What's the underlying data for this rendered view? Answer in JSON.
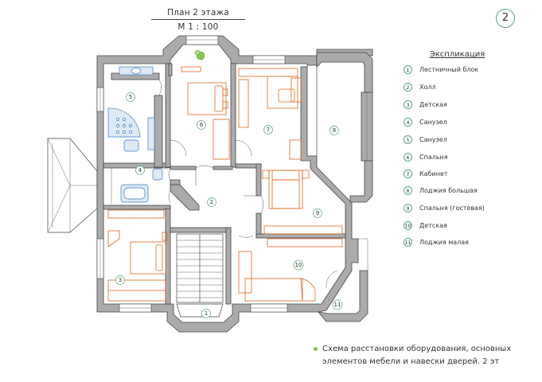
{
  "title": {
    "line1": "План  2 этажа",
    "line2": "М  1 : 100"
  },
  "page_number": "2",
  "legend": {
    "title": "Экспликация",
    "items": [
      {
        "num": "1",
        "label": "Лестничный блок"
      },
      {
        "num": "2",
        "label": "Холл"
      },
      {
        "num": "3",
        "label": "Детская"
      },
      {
        "num": "4",
        "label": "Санузел"
      },
      {
        "num": "5",
        "label": "Санузел"
      },
      {
        "num": "6",
        "label": "Спальня"
      },
      {
        "num": "7",
        "label": "Кабинет"
      },
      {
        "num": "8",
        "label": "Лоджия большая"
      },
      {
        "num": "9",
        "label": "Спальня (гостевая)"
      },
      {
        "num": "10",
        "label": "Детская"
      },
      {
        "num": "11",
        "label": "Лоджия малая"
      }
    ]
  },
  "room_labels": [
    "1",
    "2",
    "3",
    "4",
    "5",
    "6",
    "7",
    "8",
    "9",
    "10",
    "11"
  ],
  "caption": {
    "line1": "Схема  расстановки  оборудования,  основных",
    "line2": "элементов  мебели  и  навески  дверей.   2 эт"
  },
  "colors": {
    "wall": "#ababab",
    "furniture": "#e2651f",
    "plumbing": "#3a7fc4",
    "accent": "#5aa870"
  }
}
